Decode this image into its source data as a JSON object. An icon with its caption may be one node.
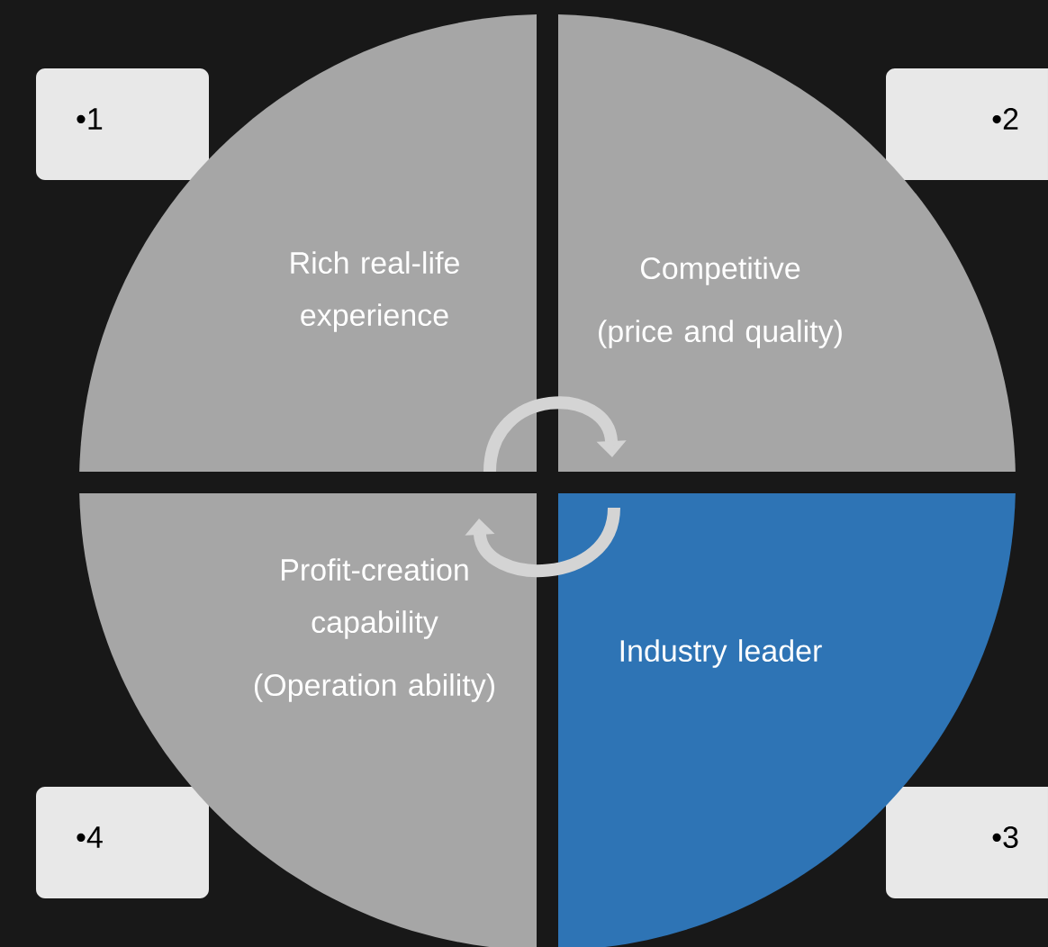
{
  "diagram": {
    "nodes": [
      {
        "text": [
          "•1"
        ]
      },
      {
        "text": [
          "Rich real-life experience"
        ]
      },
      {
        "text": [
          "Competitive",
          "(price and quality)"
        ]
      },
      {
        "text": [
          "•2"
        ]
      },
      {
        "text": [
          "Profit-creation capability",
          "(Operation ability)"
        ]
      },
      {
        "text": [
          "Industry leader"
        ]
      },
      {
        "text": [
          "•4"
        ]
      },
      {
        "text": [
          "•3"
        ]
      }
    ],
    "edges": [
      {
        "from": 1,
        "to": 2,
        "arrow": "to"
      },
      {
        "from": 5,
        "to": 4,
        "arrow": "to"
      }
    ]
  }
}
